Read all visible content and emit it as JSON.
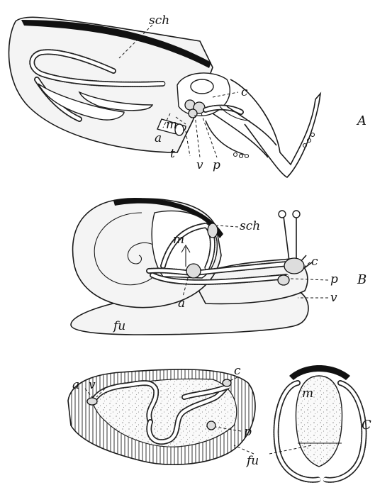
{
  "figure": {
    "panels": [
      {
        "letter": "A",
        "labels": {
          "sch": "sch",
          "c": "c",
          "a": "a",
          "m": "m",
          "t": "t",
          "v": "v",
          "p": "p"
        }
      },
      {
        "letter": "B",
        "labels": {
          "sch": "sch",
          "m": "m",
          "c": "c",
          "p": "p",
          "v": "v",
          "a": "a",
          "fu": "fu"
        }
      },
      {
        "letter": "C",
        "labels": {
          "a": "a",
          "v": "v",
          "c": "c",
          "p": "p",
          "fu": "fu",
          "m": "m"
        }
      }
    ]
  }
}
